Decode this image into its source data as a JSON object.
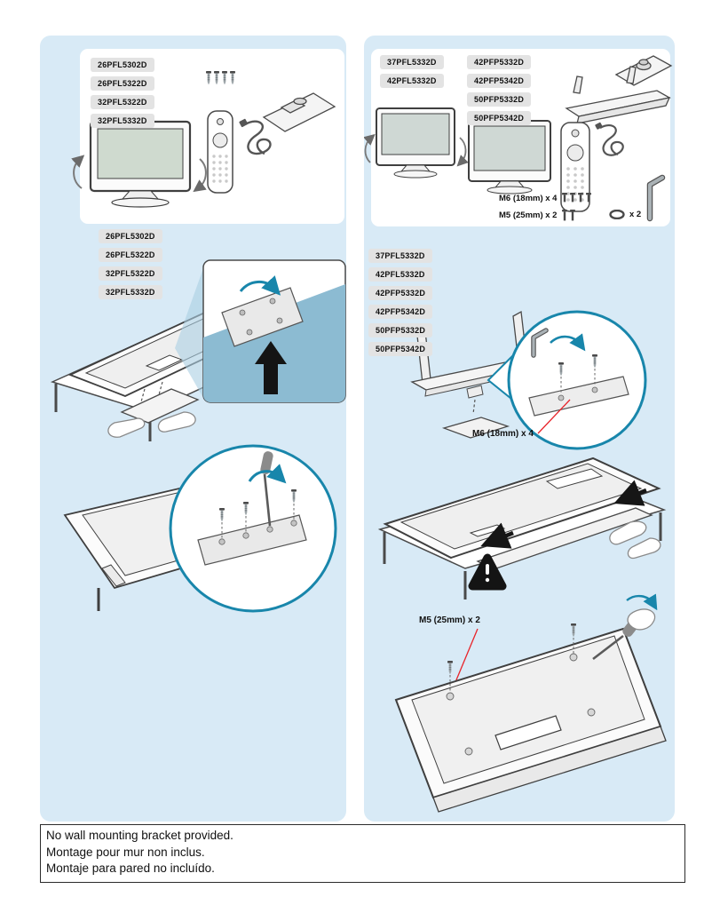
{
  "doc": {
    "type": "tv-stand-assembly-quick-guide"
  },
  "left_column": {
    "kit_models": [
      "26PFL5302D",
      "26PFL5322D",
      "32PFL5322D",
      "32PFL5332D"
    ],
    "step_models": [
      "26PFL5302D",
      "26PFL5322D",
      "32PFL5322D",
      "32PFL5332D"
    ]
  },
  "right_column": {
    "kit_models_col1": [
      "37PFL5332D",
      "42PFL5332D"
    ],
    "kit_models_col2": [
      "42PFP5332D",
      "42PFP5342D",
      "50PFP5332D",
      "50PFP5342D"
    ],
    "kit_screw_m6_label": "M6 (18mm) x 4",
    "kit_screw_m5_label": "M5 (25mm) x 2",
    "kit_washer_qty": "x 2",
    "step_models": [
      "37PFL5332D",
      "42PFL5332D",
      "42PFP5332D",
      "42PFP5342D",
      "50PFP5332D",
      "50PFP5342D"
    ],
    "assembly_screw_label": "M6 (18mm) x 4",
    "back_screw_label": "M5 (25mm) x 2"
  },
  "footer": {
    "lines": [
      "No wall mounting bracket provided.",
      "Montage pour mur non inclus.",
      "Montaje para pared no incluído."
    ]
  },
  "colors": {
    "panel_bg": "#d8eaf6",
    "badge_bg": "#e3e3e3",
    "accent_teal": "#1886ab",
    "leader_red": "#e8242a"
  },
  "icons": {
    "screw-icon": "svg-shape",
    "washer-icon": "svg-ellipse",
    "allen-key-icon": "svg-L-shape",
    "remote-icon": "svg-shape",
    "tv-icon": "svg-shape",
    "cable-icon": "svg-squiggle",
    "stand-base-icon": "svg-shape",
    "stand-bar-icon": "svg-shape",
    "warning-icon": "black-triangle-exclamation",
    "screwdriver-icon": "svg-shape",
    "hand-icon": "svg-blob",
    "rotate-arrow-icon": "curved-arrow",
    "zoom-circle": "teal-circle"
  }
}
